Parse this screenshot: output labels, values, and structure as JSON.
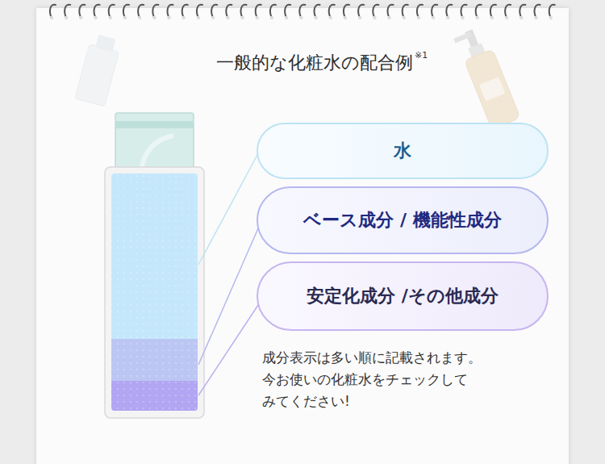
{
  "diagram": {
    "title": "一般的な化粧水の配合例",
    "nodes": [
      {
        "text": [
          "水"
        ]
      },
      {
        "text": [
          "ベース成分 / 機能性成分"
        ]
      },
      {
        "text": [
          "安定化成分 /その他成分"
        ]
      }
    ],
    "labels": [
      "※1",
      "成分表示は多い順に記載されます。 今お使いの化粧水をチェックして みてください!"
    ]
  }
}
